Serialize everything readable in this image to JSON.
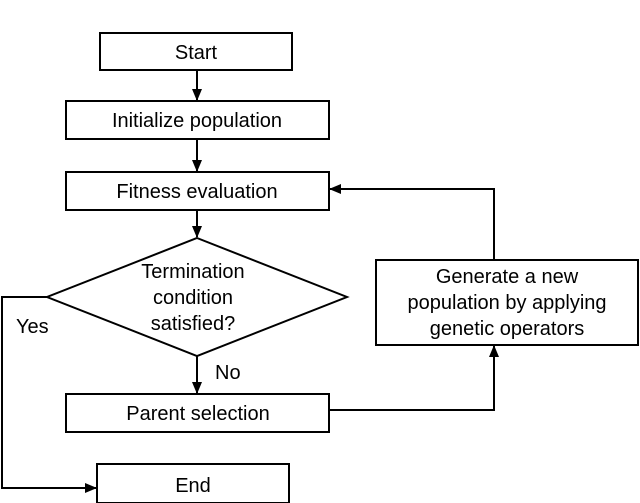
{
  "nodes": {
    "start": "Start",
    "init": "Initialize population",
    "fitness": "Fitness evaluation",
    "termination": [
      "Termination",
      "condition",
      "satisfied?"
    ],
    "generate": [
      "Generate a new",
      "population by applying",
      "genetic operators"
    ],
    "parent": "Parent selection",
    "end": "End"
  },
  "edges": {
    "yes": "Yes",
    "no": "No"
  }
}
